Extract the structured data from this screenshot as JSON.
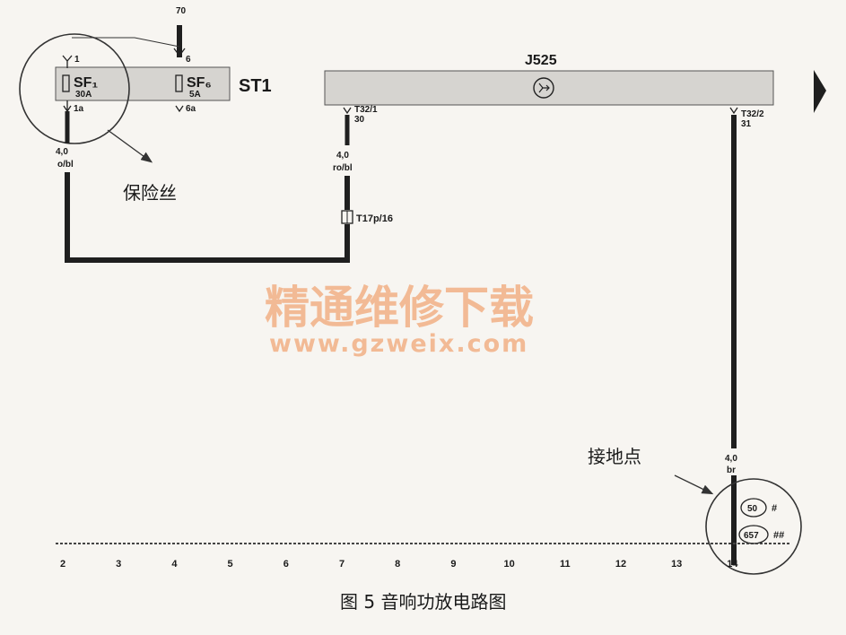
{
  "module_top": {
    "label": "ST1",
    "fuses": [
      {
        "name": "SF₁",
        "rating": "30A",
        "pin_in": "1",
        "pin_out": "1a"
      },
      {
        "name": "SF₆",
        "rating": "5A",
        "pin_in": "6",
        "pin_out": "6a"
      }
    ],
    "top_wire_label": "70"
  },
  "module_amp": {
    "label": "J525",
    "pins": [
      {
        "name": "T32/1",
        "num": "30"
      },
      {
        "name": "T32/2",
        "num": "31"
      }
    ]
  },
  "wires": {
    "left": {
      "gauge": "4,0",
      "color": "o/bl"
    },
    "middle": {
      "gauge": "4,0",
      "color": "ro/bl"
    },
    "right": {
      "gauge": "4,0",
      "color": "br"
    }
  },
  "connector": {
    "label": "T17p/16"
  },
  "ground": {
    "points": [
      {
        "id": "50",
        "mark": "#"
      },
      {
        "id": "657",
        "mark": "##"
      }
    ]
  },
  "annotations": {
    "fuse_label": "保险丝",
    "ground_label": "接地点"
  },
  "ruler": {
    "ticks": [
      "2",
      "3",
      "4",
      "5",
      "6",
      "7",
      "8",
      "9",
      "10",
      "11",
      "12",
      "13",
      "14"
    ]
  },
  "watermark": {
    "line1": "精通维修下载",
    "line2": "www.gzweix.com"
  },
  "caption": "图 5  音响功放电路图",
  "colors": {
    "wire": "#1f1f1f",
    "module": "#d6d4d0",
    "watermark": "#f2b48c"
  }
}
